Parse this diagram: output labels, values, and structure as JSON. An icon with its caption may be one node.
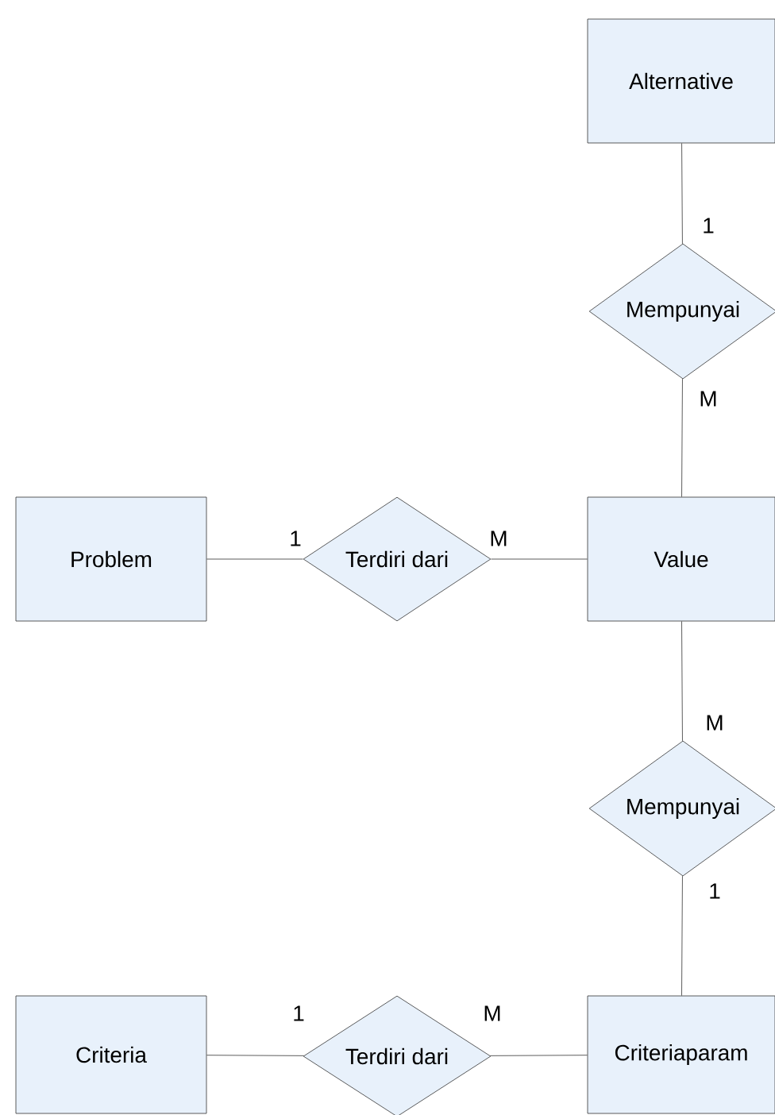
{
  "diagram": {
    "nodes": [
      {
        "text": [
          "Alternative"
        ]
      },
      {
        "text": [
          "Mempunyai"
        ]
      },
      {
        "text": [
          "Problem"
        ]
      },
      {
        "text": [
          "Terdiri dari"
        ]
      },
      {
        "text": [
          "Value"
        ]
      },
      {
        "text": [
          "Mempunyai"
        ]
      },
      {
        "text": [
          "Criteria"
        ]
      },
      {
        "text": [
          "Terdiri dari"
        ]
      },
      {
        "text": [
          "Criteriaparam"
        ]
      }
    ],
    "edges": [
      {
        "from": 0,
        "to": 1,
        "arrow": "none",
        "label": "1"
      },
      {
        "from": 1,
        "to": 4,
        "arrow": "none",
        "label": "M"
      },
      {
        "from": 2,
        "to": 3,
        "arrow": "none",
        "label": "1"
      },
      {
        "from": 3,
        "to": 4,
        "arrow": "none",
        "label": "M"
      },
      {
        "from": 4,
        "to": 5,
        "arrow": "none",
        "label": "M"
      },
      {
        "from": 5,
        "to": 8,
        "arrow": "none",
        "label": "1"
      },
      {
        "from": 6,
        "to": 7,
        "arrow": "none",
        "label": "1"
      },
      {
        "from": 7,
        "to": 8,
        "arrow": "none",
        "label": "M"
      }
    ]
  }
}
